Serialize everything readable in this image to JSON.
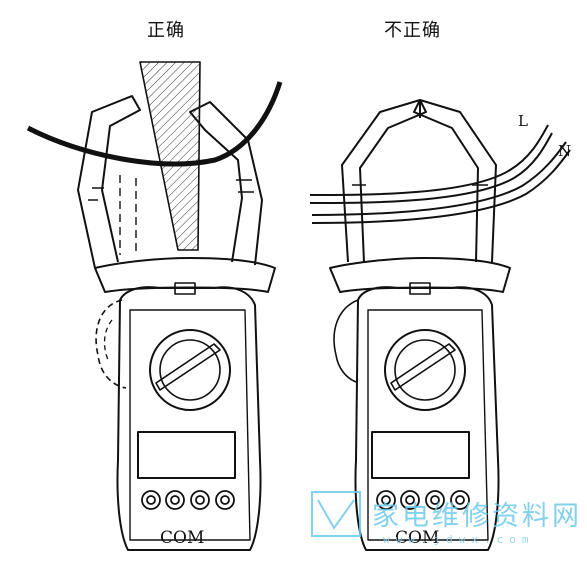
{
  "left_panel": {
    "title": "正确",
    "com_label": "COM"
  },
  "right_panel": {
    "title": "不正确",
    "com_label": "COM",
    "wire_l": "L",
    "wire_n": "N"
  },
  "watermark": {
    "text": "家电维修资料网",
    "url": "www.jdwx.com"
  },
  "colors": {
    "line": "#111111",
    "watermark": "#6ec9ea"
  }
}
